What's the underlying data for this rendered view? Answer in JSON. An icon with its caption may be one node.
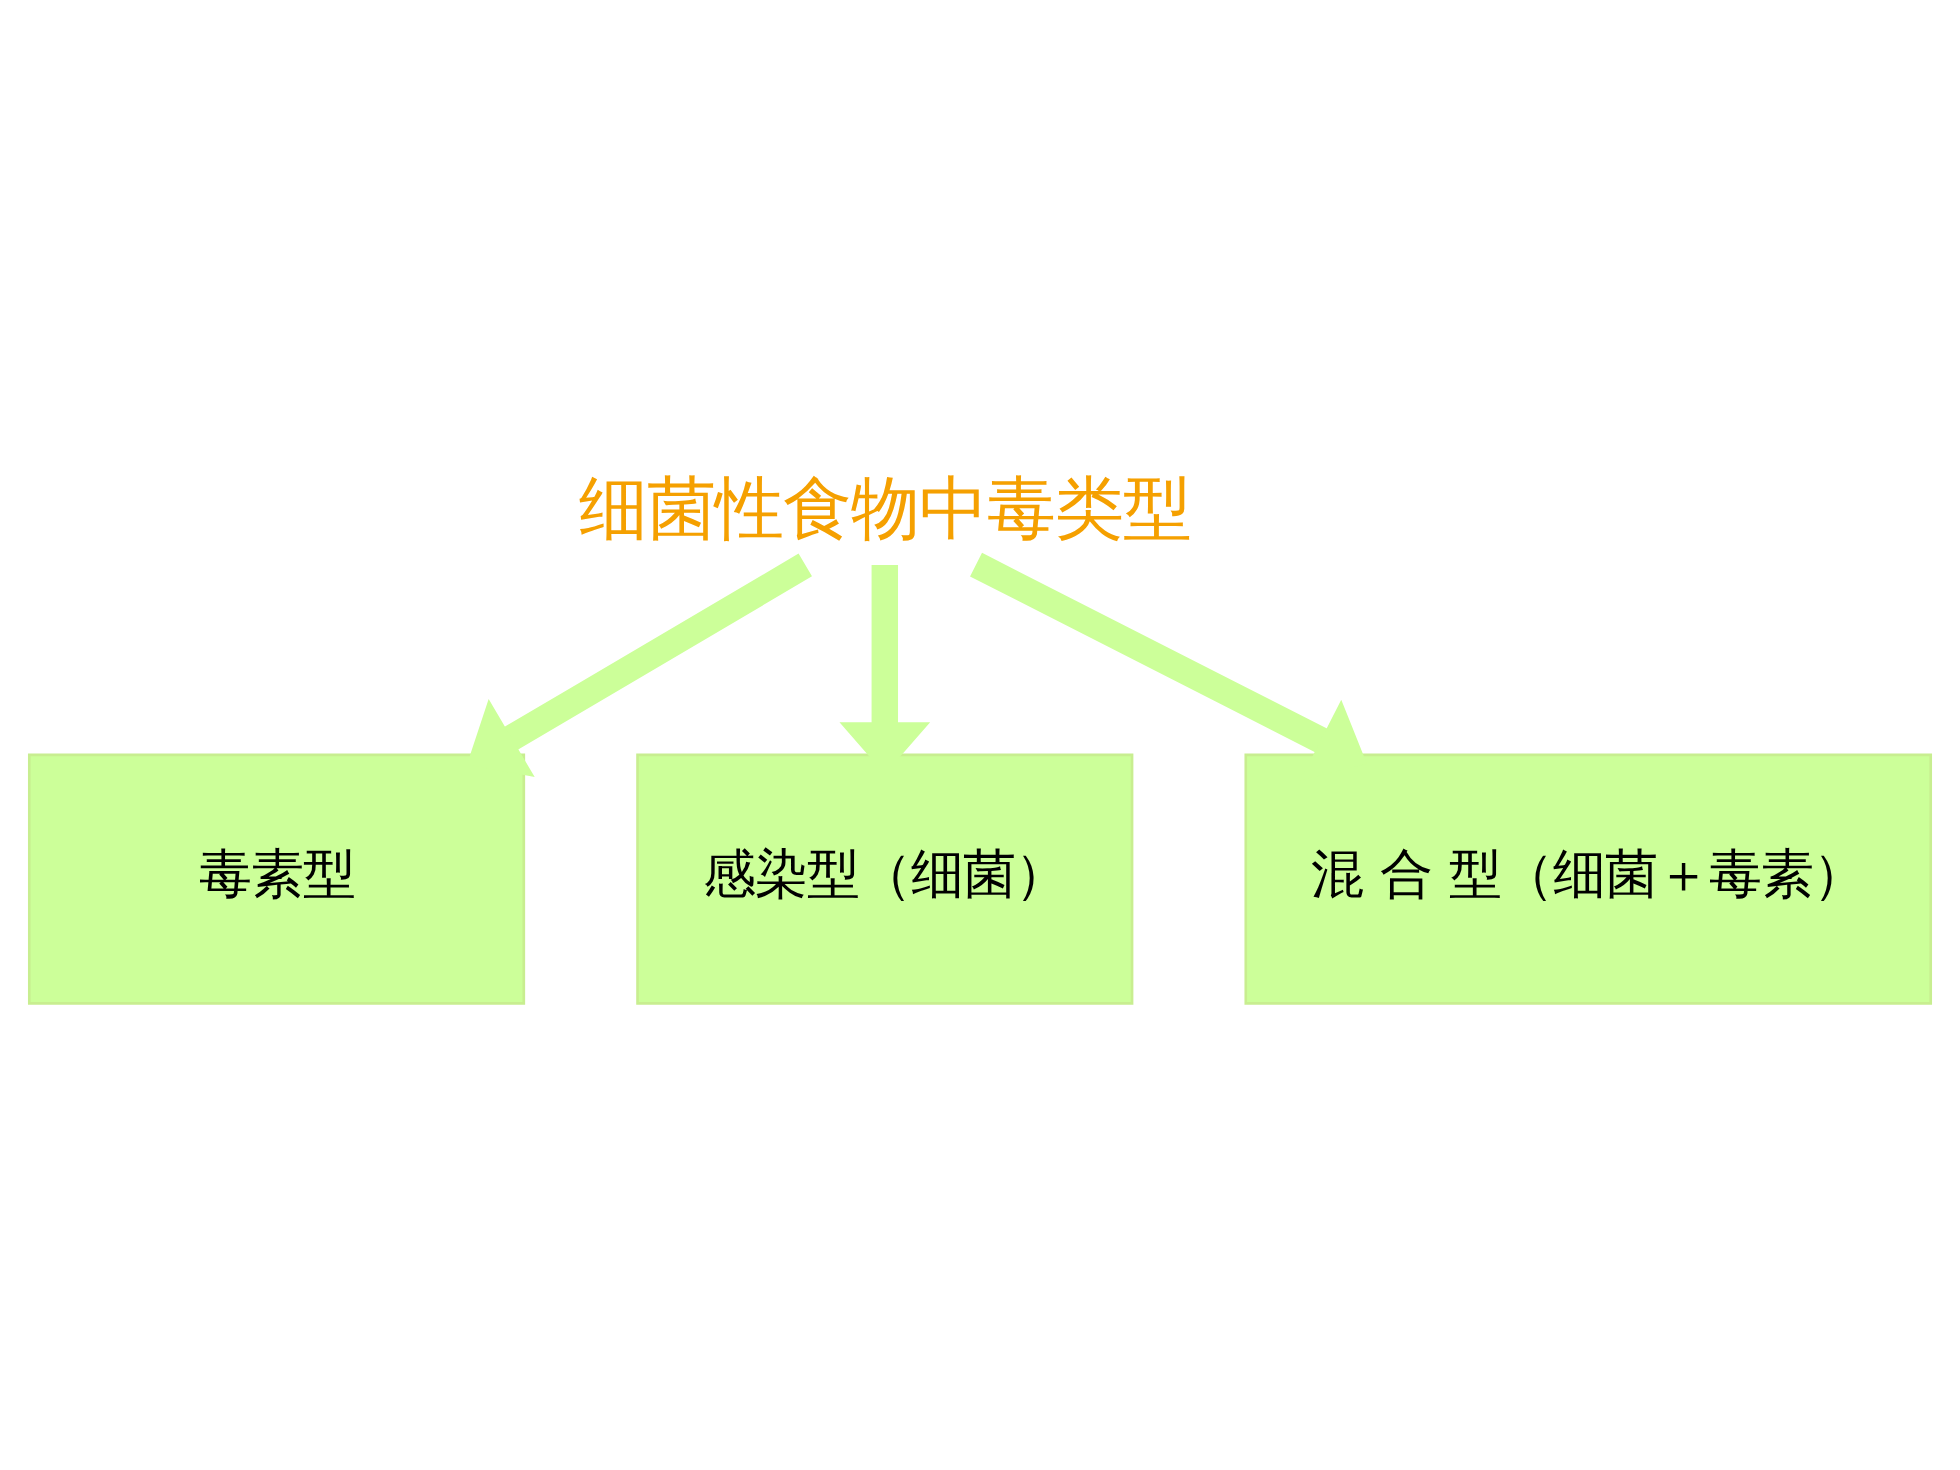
{
  "diagram": {
    "nodes": [
      {
        "text": [
          "细菌性食物中毒类型"
        ]
      },
      {
        "text": [
          "毒素型"
        ]
      },
      {
        "text": [
          "感染型（细菌）"
        ]
      },
      {
        "text": [
          "混 合 型（细菌＋毒素）"
        ]
      }
    ],
    "edges": [
      {
        "from": 0,
        "to": 1,
        "arrow": "to"
      },
      {
        "from": 0,
        "to": 2,
        "arrow": "to"
      },
      {
        "from": 0,
        "to": 3,
        "arrow": "to"
      }
    ]
  }
}
